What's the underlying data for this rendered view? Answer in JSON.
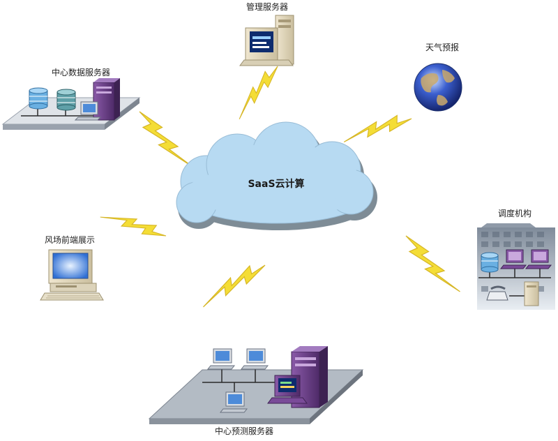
{
  "center": {
    "label": "SaaS云计算"
  },
  "nodes": {
    "management_server": {
      "label": "管理服务器"
    },
    "weather_forecast": {
      "label": "天气预报"
    },
    "center_data_server": {
      "label": "中心数据服务器"
    },
    "dispatch_agency": {
      "label": "调度机构"
    },
    "wind_farm_display": {
      "label": "风场前端展示"
    },
    "center_forecast_server": {
      "label": "中心预测服务器"
    }
  },
  "colors": {
    "cloud": "#b7daf2",
    "cloud_shadow": "#7e8c96",
    "lightning": "#f4dd36",
    "lightning_edge": "#c8a21e",
    "server_purple": "#6f3f8c",
    "database_blue": "#6ab0e2",
    "platform_gray": "#9aa2ad",
    "screen_blue": "#4d8bd9"
  },
  "icons": [
    "cloud-icon",
    "lightning-icon",
    "server-tower-icon",
    "database-icon",
    "monitor-icon",
    "globe-icon",
    "building-icon",
    "telephone-icon",
    "network-platform-icon"
  ]
}
